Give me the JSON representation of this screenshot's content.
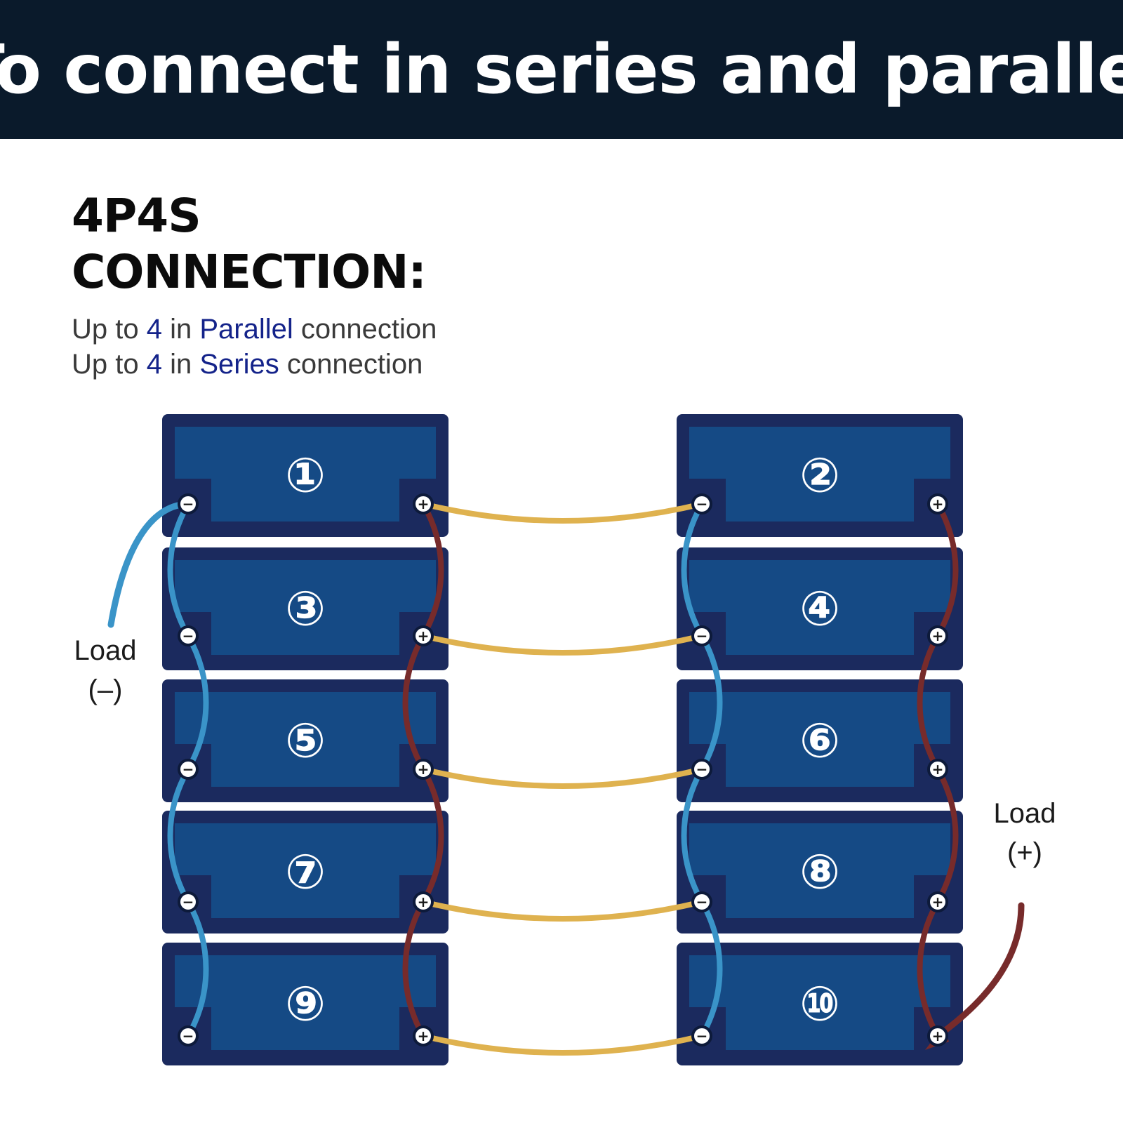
{
  "banner": {
    "title": "To connect in series and parallel"
  },
  "heading": {
    "line1": "4P4S",
    "line2": "CONNECTION:"
  },
  "description": {
    "line1": {
      "pre": "Up to ",
      "count": "4",
      "mid": " in ",
      "type": "Parallel",
      "post": " connection"
    },
    "line2": {
      "pre": "Up to ",
      "count": "4",
      "mid": " in ",
      "type": "Series",
      "post": " connection"
    }
  },
  "batteries": [
    {
      "label": "①"
    },
    {
      "label": "②"
    },
    {
      "label": "③"
    },
    {
      "label": "④"
    },
    {
      "label": "⑤"
    },
    {
      "label": "⑥"
    },
    {
      "label": "⑦"
    },
    {
      "label": "⑧"
    },
    {
      "label": "⑨"
    },
    {
      "label": "⑩"
    }
  ],
  "terminals": {
    "negative": "−",
    "positive": "+"
  },
  "load_negative": {
    "line1": "Load",
    "line2": "(–)"
  },
  "load_positive": {
    "line1": "Load",
    "line2": "(+)"
  },
  "colors": {
    "banner": "#0a1a2b",
    "battery_outer": "#1b2a5e",
    "battery_inner": "#154a85",
    "negative_wire": "#3a94c8",
    "positive_wire": "#772b2b",
    "series_wire": "#dfb24f",
    "highlight_text": "#14238a"
  }
}
